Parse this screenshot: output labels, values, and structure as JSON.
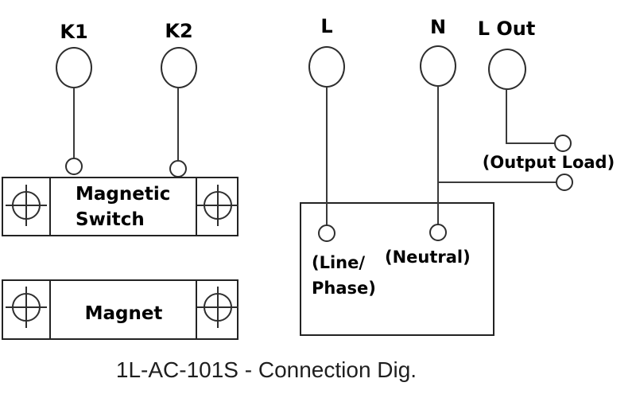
{
  "diagram": {
    "caption": "1L-AC-101S - Connection Dig.",
    "terminals": {
      "k1": {
        "label": "K1"
      },
      "k2": {
        "label": "K2"
      },
      "l": {
        "label": "L"
      },
      "n": {
        "label": "N"
      },
      "l_out": {
        "label": "L Out"
      }
    },
    "magnetic_switch": {
      "line1": "Magnetic",
      "line2": "Switch"
    },
    "magnet": {
      "label": "Magnet"
    },
    "controller": {
      "line_phase_line1": "(Line/",
      "line_phase_line2": "Phase)",
      "neutral": "(Neutral)"
    },
    "output_load": {
      "label": "(Output Load)"
    },
    "colors": {
      "stroke": "#2e2e2e",
      "box_border": "#232323",
      "label_text": "#000000",
      "caption_text": "#1f1f1f",
      "background": "#ffffff"
    }
  }
}
